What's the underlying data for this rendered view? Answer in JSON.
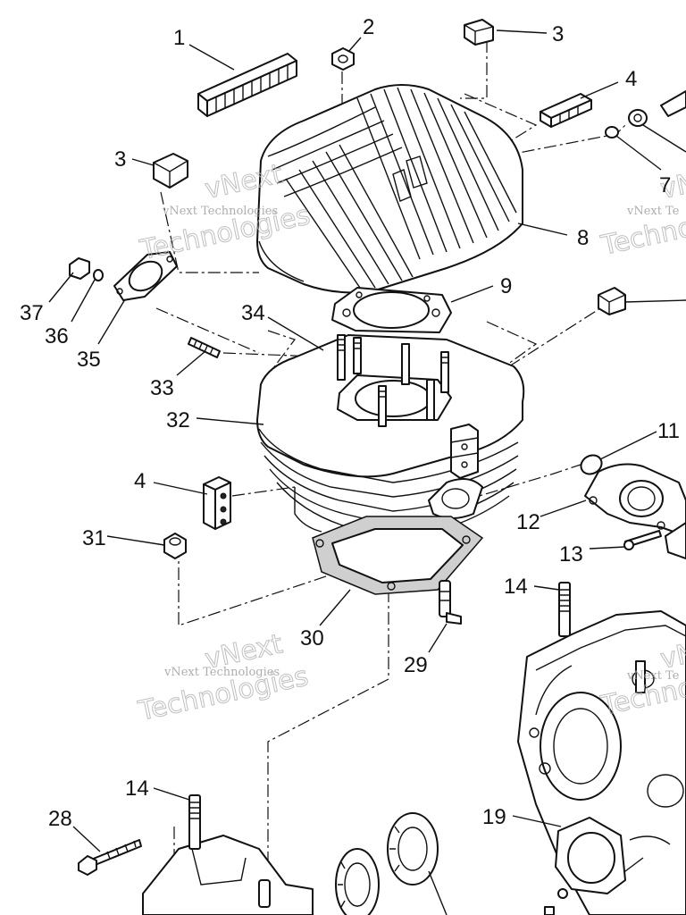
{
  "callouts": [
    {
      "label": "1"
    },
    {
      "label": "2"
    },
    {
      "label": "3"
    },
    {
      "label": "3"
    },
    {
      "label": "4"
    },
    {
      "label": "7"
    },
    {
      "label": "8"
    },
    {
      "label": "9"
    },
    {
      "label": "34"
    },
    {
      "label": "37"
    },
    {
      "label": "36"
    },
    {
      "label": "35"
    },
    {
      "label": "33"
    },
    {
      "label": "32"
    },
    {
      "label": "11"
    },
    {
      "label": "4"
    },
    {
      "label": "12"
    },
    {
      "label": "31"
    },
    {
      "label": "13"
    },
    {
      "label": "14"
    },
    {
      "label": "30"
    },
    {
      "label": "29"
    },
    {
      "label": "14"
    },
    {
      "label": "28"
    },
    {
      "label": "19"
    }
  ],
  "watermarks": [
    {
      "line1": "vNext",
      "line2": "vNext Technologies",
      "line3": "Technologies"
    },
    {
      "line1": "vNext",
      "line2": "vNext Technologies",
      "line3": "Technologies"
    },
    {
      "line1": "vNext",
      "line2": "vNext Te",
      "line3": "Techno"
    },
    {
      "line1": "vNext",
      "line2": "vNext Te",
      "line3": "Techno"
    }
  ],
  "colors": {
    "ink": "#111111",
    "paper": "#ffffff",
    "watermark": "#9a9a9a"
  }
}
